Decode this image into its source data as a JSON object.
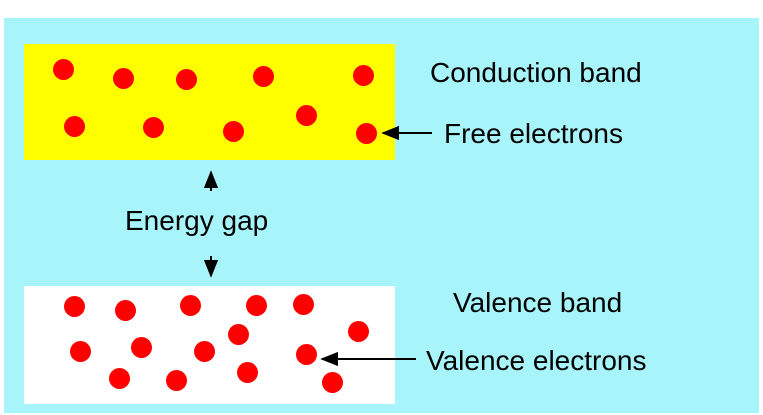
{
  "labels": {
    "conduction_band": "Conduction band",
    "free_electrons": "Free electrons",
    "energy_gap": "Energy gap",
    "valence_band": "Valence band",
    "valence_electrons": "Valence electrons"
  },
  "colors": {
    "background": "#a8f4fb",
    "conduction_band": "#ffff00",
    "valence_band": "#ffffff",
    "electron": "#ff0000",
    "arrow": "#000000"
  }
}
